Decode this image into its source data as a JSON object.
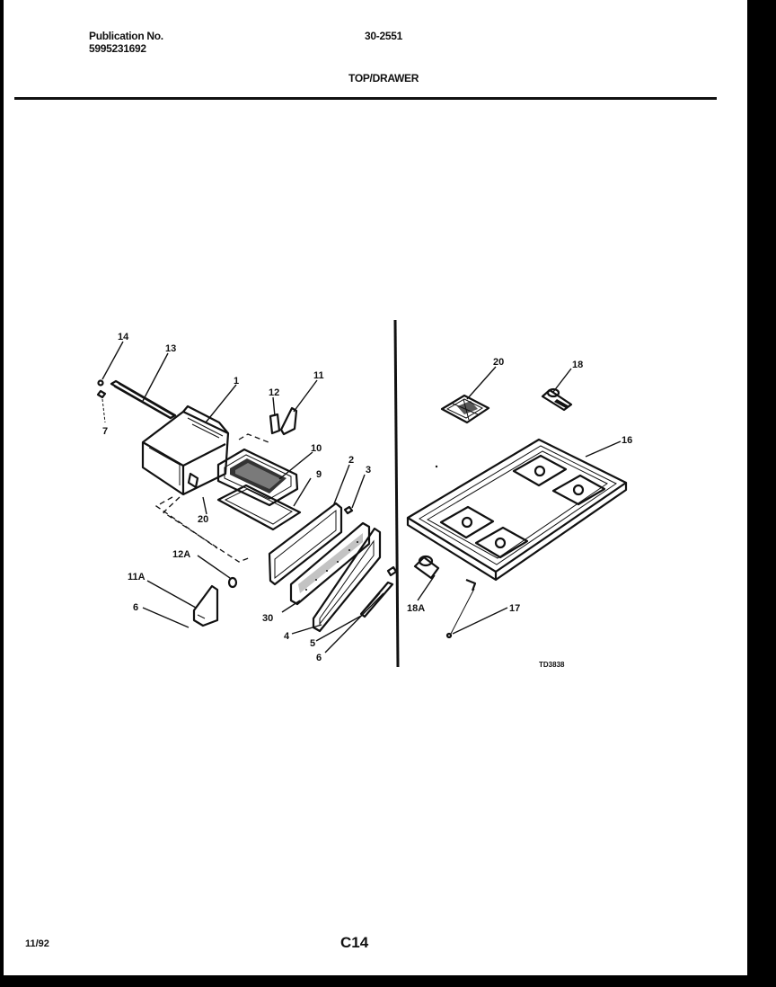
{
  "header": {
    "publication_label": "Publication No.",
    "publication_number": "5995231692",
    "model": "30-2551",
    "section_title": "TOP/DRAWER"
  },
  "diagram": {
    "callouts": {
      "c14": "14",
      "c13": "13",
      "c1": "1",
      "c7": "7",
      "c12": "12",
      "c11": "11",
      "c10": "10",
      "c9": "9",
      "c2": "2",
      "c3": "3",
      "c20_left": "20",
      "c12A": "12A",
      "c11A": "11A",
      "c6_left": "6",
      "c30": "30",
      "c4": "4",
      "c5": "5",
      "c6_bottom": "6",
      "c20_right": "20",
      "c18": "18",
      "c16": "16",
      "c18A": "18A",
      "c17": "17"
    },
    "figure_code": "TD3838"
  },
  "footer": {
    "date": "11/92",
    "page": "C14"
  }
}
